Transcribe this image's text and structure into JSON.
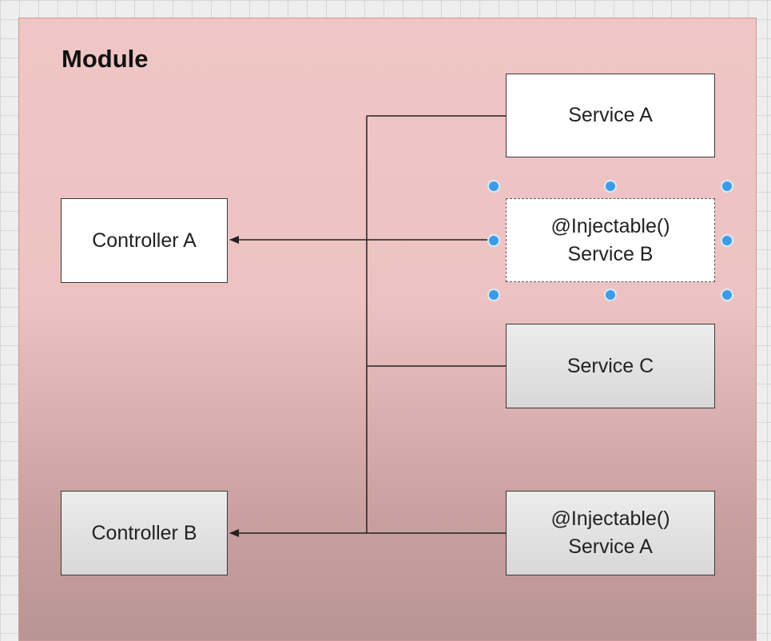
{
  "diagram": {
    "module_label": "Module",
    "controllers": [
      {
        "id": "controller-a",
        "label": "Controller A"
      },
      {
        "id": "controller-b",
        "label": "Controller B"
      }
    ],
    "services": [
      {
        "id": "service-a",
        "label": "Service A"
      },
      {
        "id": "service-b",
        "decorator": "@Injectable()",
        "label": "Service B",
        "selected": true
      },
      {
        "id": "service-c",
        "label": "Service C"
      },
      {
        "id": "service-a-injectable",
        "decorator": "@Injectable()",
        "label": "Service A"
      }
    ],
    "connections": [
      {
        "from": "service-b",
        "to": "controller-a",
        "arrow": "controller-a"
      },
      {
        "from": "service-a-injectable",
        "to": "controller-b",
        "arrow": "controller-b"
      },
      {
        "from": "service-a",
        "to": "trunk"
      },
      {
        "from": "service-c",
        "to": "trunk"
      }
    ],
    "colors": {
      "module_fill": "#efc6c5",
      "selection_handle": "#3d9be6",
      "line": "#222222"
    }
  }
}
